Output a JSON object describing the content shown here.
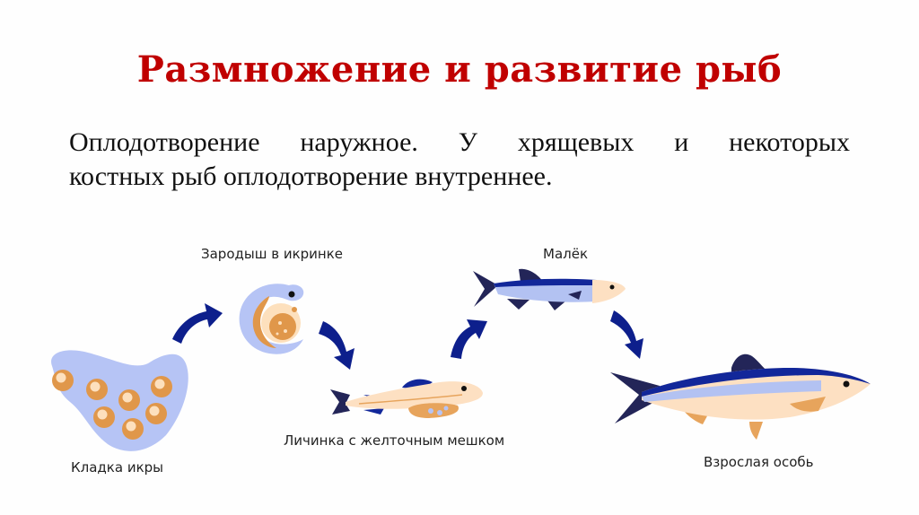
{
  "slide": {
    "title": "Размножение и развитие рыб",
    "paragraph": {
      "line1": "Оплодотворение наружное. У хрящевых и некоторых",
      "line2": "костных рыб оплодотворение внутреннее."
    }
  },
  "diagram": {
    "stages": [
      {
        "id": "eggs",
        "label": "Кладка икры"
      },
      {
        "id": "embryo",
        "label": "Зародыш в икринке"
      },
      {
        "id": "larva",
        "label": "Личинка с желточным мешком"
      },
      {
        "id": "fry",
        "label": "Малёк"
      },
      {
        "id": "adult",
        "label": "Взрослая особь"
      }
    ],
    "arrows": 4,
    "colors": {
      "title": "#c00000",
      "arrow": "#0d1f8c",
      "water": "#b6c4f5",
      "egg": "#e0974a",
      "egg_highlight": "#fde0bd",
      "fish_dark": "#232558",
      "fish_blue": "#12279a",
      "fish_light_blue": "#b3c2f2",
      "fish_cream": "#fde0c2",
      "fish_fin_orange": "#e7a45c"
    }
  }
}
